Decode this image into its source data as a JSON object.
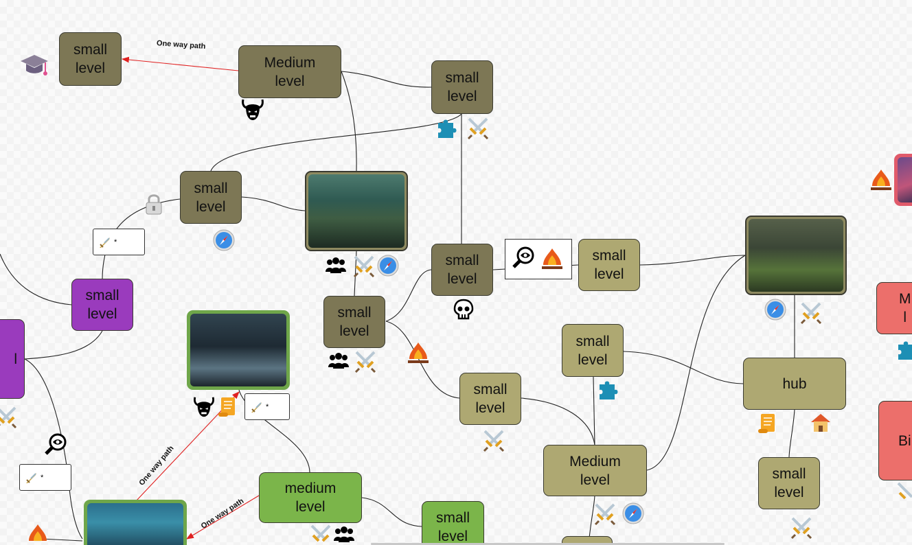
{
  "nodes": {
    "small_tl": "small\nlevel",
    "medium_top": "Medium\nlevel",
    "small_top_mid": "small\nlevel",
    "small_mid_left": "small\nlevel",
    "small_purple": "small\nlevel",
    "purple_edge": "l",
    "small_center": "small\nlevel",
    "small_center2": "small\nlevel",
    "small_right1": "small\nlevel",
    "small_right2": "small\nlevel",
    "small_lower_mid": "small\nlevel",
    "medium_bottom": "Medium\nlevel",
    "hub": "hub",
    "small_hub_below": "small\nlevel",
    "medium_green": "medium\nlevel",
    "small_green": "small\nlevel",
    "red_top_partial": "M\nl",
    "red_big_partial": "Bi"
  },
  "edge_labels": {
    "top": "One way path",
    "mid": "One way path",
    "bottom": "One way path"
  },
  "sword_box_text": "*",
  "icons": {
    "graduation": "graduation-cap-icon",
    "demon": "demon-mask-icon",
    "puzzle": "puzzle-piece-icon",
    "swords": "crossed-swords-icon",
    "lock": "padlock-icon",
    "compass": "compass-icon",
    "group": "group-of-people-icon",
    "magnifier_eye": "magnifier-eye-icon",
    "campfire": "campfire-icon",
    "skull": "skull-icon",
    "scroll": "scroll-icon",
    "house": "house-icon",
    "sword": "sword-icon"
  },
  "colors": {
    "dark_level": "#7d7755",
    "tan_level": "#aea872",
    "green_level": "#7bb54a",
    "purple_level": "#9a3bbd",
    "red_level": "#ec6f6b",
    "one_way_edge": "#e02020"
  }
}
